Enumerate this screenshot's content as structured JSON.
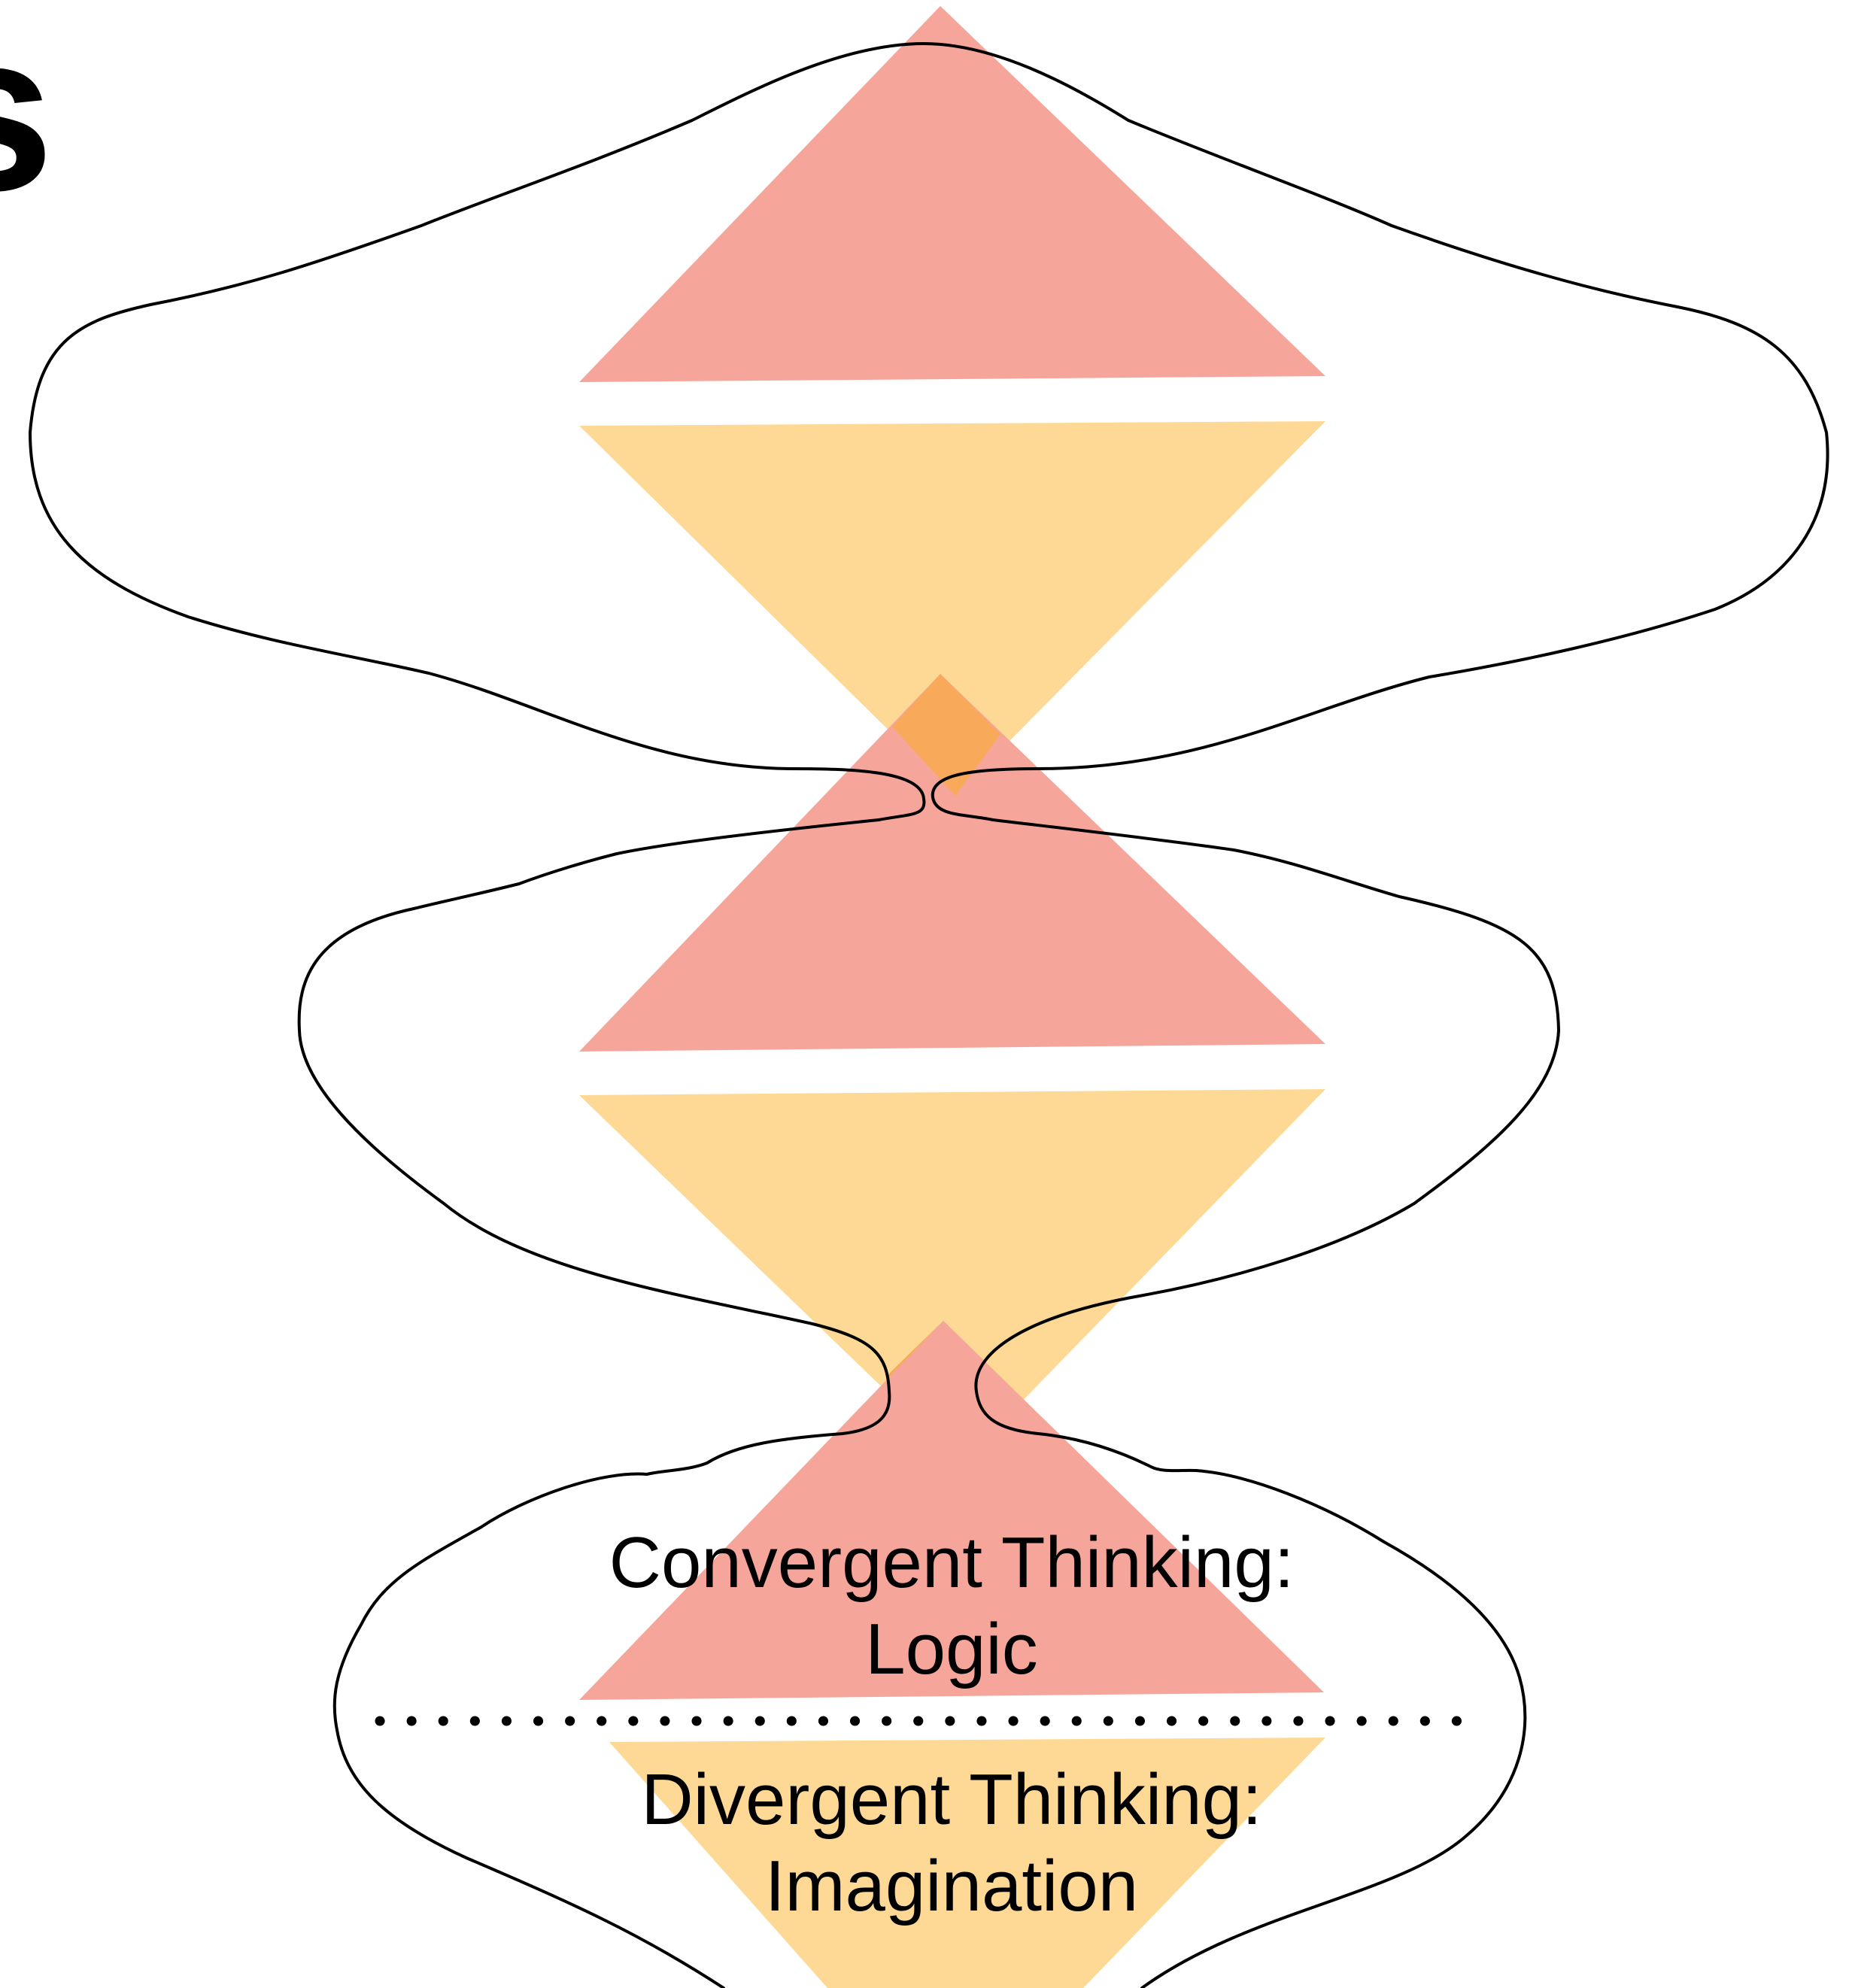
{
  "corner_fragment": "s",
  "convergent": {
    "line1": "Convergent Thinking:",
    "line2": "Logic"
  },
  "divergent": {
    "line1": "Divergent Thinking:",
    "line2": "Imagination"
  },
  "colors": {
    "convergent_fill": "#f6a59a",
    "divergent_fill": "#fdd995",
    "overlap_fill": "#f8a95a",
    "outline": "#000000",
    "divider_dots": "#000000"
  }
}
